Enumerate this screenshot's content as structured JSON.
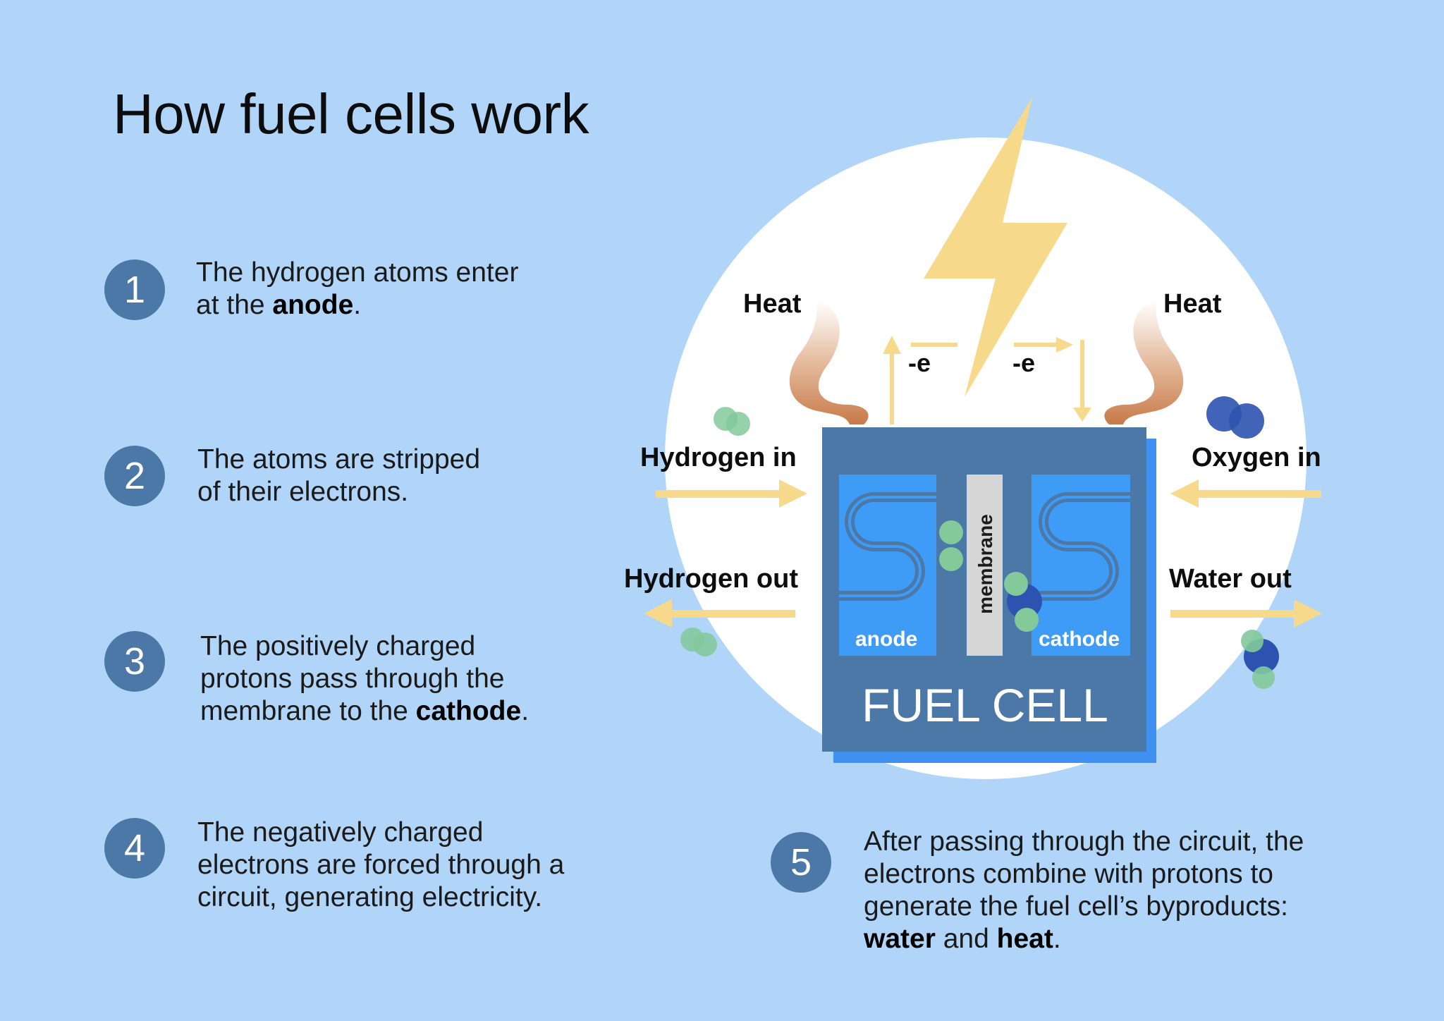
{
  "title": "How fuel cells work",
  "steps": [
    {
      "number": "1",
      "line1": "The hydrogen atoms enter",
      "line2_pre": "at the ",
      "line2_bold": "anode",
      "line2_post": "."
    },
    {
      "number": "2",
      "line1": "The atoms are stripped",
      "line2": "of their electrons."
    },
    {
      "number": "3",
      "line1": "The positively charged",
      "line2": "protons pass through the",
      "line3_pre": "membrane to the ",
      "line3_bold": "cathode",
      "line3_post": "."
    },
    {
      "number": "4",
      "line1": "The negatively charged",
      "line2": "electrons are forced through a",
      "line3": "circuit, generating electricity."
    },
    {
      "number": "5",
      "line1": "After passing through the circuit, the",
      "line2": "electrons combine with protons to",
      "line3": "generate the fuel cell’s byproducts:",
      "line4_bold1": "water",
      "line4_mid": " and ",
      "line4_bold2": "heat",
      "line4_post": "."
    }
  ],
  "diagram": {
    "heat_left": "Heat",
    "heat_right": "Heat",
    "electron_left": "-e",
    "electron_right": "-e",
    "hydrogen_in": "Hydrogen in",
    "hydrogen_out": "Hydrogen out",
    "oxygen_in": "Oxygen in",
    "water_out": "Water out",
    "anode": "anode",
    "cathode": "cathode",
    "membrane": "membrane",
    "fuel_cell": "FUEL CELL"
  },
  "colors": {
    "background": "#b1d5f9",
    "badge": "#4b78a6",
    "cell_body": "#4b78a6",
    "cell_shadow": "#3f90f0",
    "electrode": "#3e9cf7",
    "arrow": "#f7d98c",
    "hydrogen": "#83c99a",
    "oxygen": "#2d53b0"
  }
}
